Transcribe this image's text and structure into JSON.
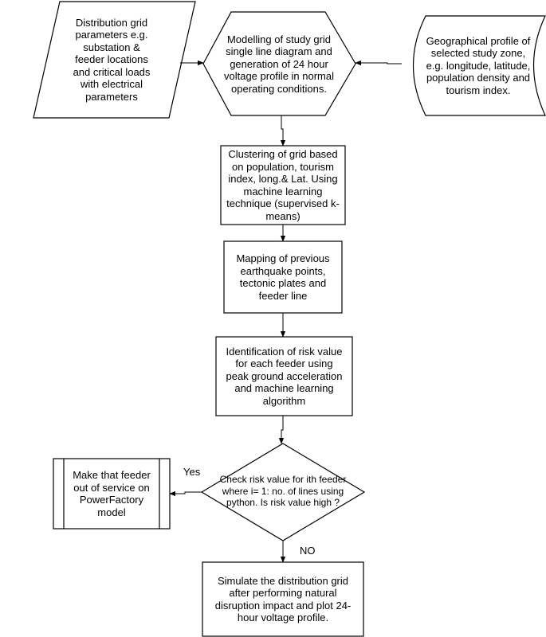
{
  "nodes": {
    "grid_params": "Distribution grid\nparameters e.g.\nsubstation  &\nfeeder  locations\nand critical loads\nwith electrical\nparameters",
    "modelling": "Modelling of study grid\nsingle line diagram and\ngeneration of 24 hour\nvoltage profile in normal\noperating conditions.",
    "geo_profile": "Geographical profile of\nselected study zone,\ne.g. longitude, latitude,\npopulation density and\ntourism index.",
    "clustering": "Clustering of grid based\non population, tourism\nindex, long.& Lat. Using\nmachine learning\ntechnique (supervised k-\nmeans)",
    "mapping": "Mapping of previous\nearthquake points,\ntectonic plates and\nfeeder line",
    "risk_id": "Identification of risk value\nfor each feeder using\npeak ground acceleration\nand machine learning\nalgorithm",
    "decision": "Check risk value for ith feeder\nwhere i= 1: no. of lines using\npython. Is risk value high ?",
    "out_of_service": "Make that feeder\nout of service on\nPowerFactory\nmodel",
    "simulate": "Simulate the distribution grid\nafter performing natural\ndisruption impact and plot 24-\nhour voltage profile."
  },
  "edges": {
    "yes": "Yes",
    "no": "NO"
  }
}
